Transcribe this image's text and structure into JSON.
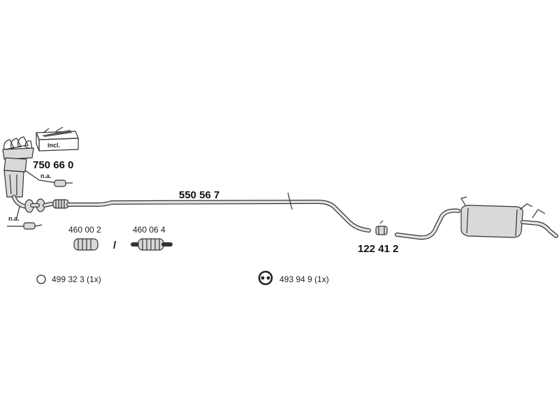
{
  "parts": {
    "manifold": {
      "number": "750 66 0"
    },
    "kit_box": {
      "label": "incl."
    },
    "sensor_top": {
      "note": "n.a."
    },
    "sensor_bottom": {
      "note": "n.a."
    },
    "middle_pipe": {
      "number": "550 56 7"
    },
    "flex_pipe_a": {
      "number": "460 00 2"
    },
    "separator": "/",
    "flex_pipe_b": {
      "number": "460 06 4"
    },
    "clamp": {
      "number": "122 41 2"
    }
  },
  "hardware": {
    "ring": {
      "text": "499 32 3 (1x)",
      "icon": "ring-icon"
    },
    "hanger": {
      "text": "493 94 9 (1x)",
      "icon": "rubber-hanger-icon"
    }
  },
  "colors": {
    "line": "#333333",
    "fill": "#d9d9d9"
  }
}
